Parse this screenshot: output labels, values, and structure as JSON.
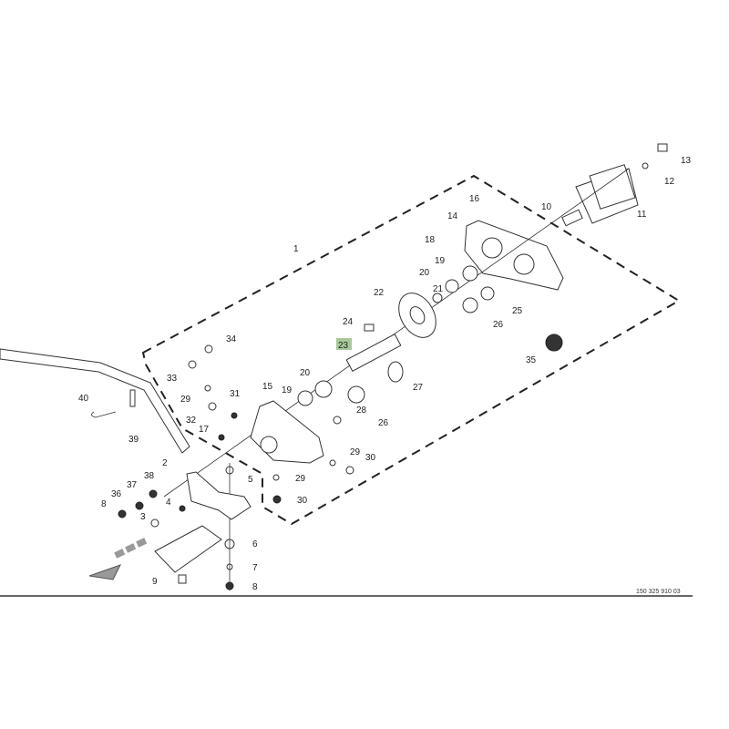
{
  "diagram": {
    "drawing_number": "150 325 910 03",
    "highlight_color": "#a8c89a",
    "callouts": [
      "13",
      "12",
      "11",
      "10",
      "16",
      "14",
      "18",
      "1",
      "19",
      "20",
      "21",
      "22",
      "25",
      "26",
      "24",
      "23",
      "34",
      "35",
      "33",
      "27",
      "20",
      "19",
      "29",
      "31",
      "15",
      "40",
      "28",
      "26",
      "32",
      "17",
      "39",
      "29",
      "30",
      "2",
      "5",
      "29",
      "38",
      "37",
      "36",
      "4",
      "8",
      "30",
      "3",
      "6",
      "7",
      "9",
      "8"
    ],
    "highlighted_callout": "23"
  }
}
